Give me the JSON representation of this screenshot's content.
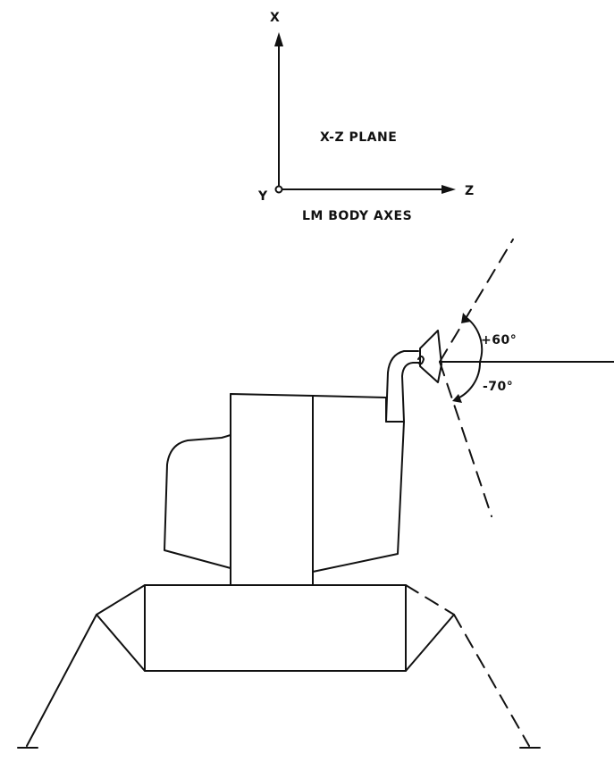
{
  "axes": {
    "x_label": "X",
    "y_label": "Y",
    "z_label": "Z",
    "plane_label": "X-Z PLANE",
    "caption": "LM BODY AXES"
  },
  "angles": {
    "upper": "+60°",
    "lower": "-70°"
  },
  "colors": {
    "ink": "#111111",
    "background": "#ffffff"
  }
}
